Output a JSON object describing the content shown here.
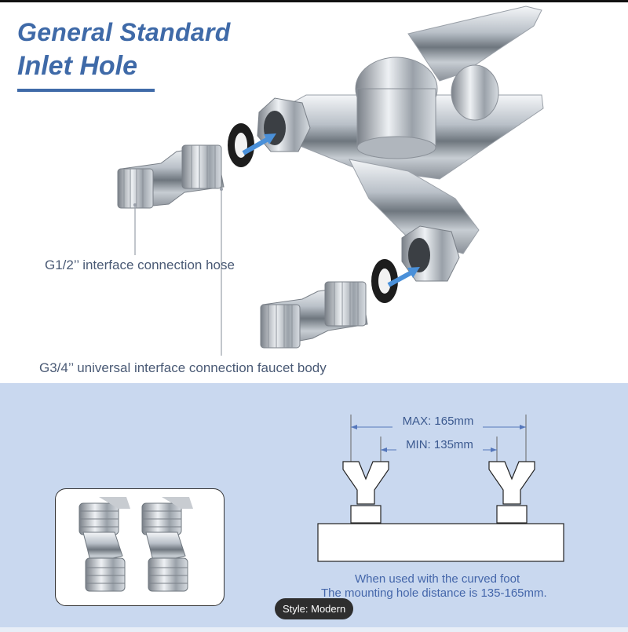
{
  "title": {
    "line1": "General Standard",
    "line2": "Inlet Hole"
  },
  "callouts": {
    "hose": "G1/2’’ interface connection hose",
    "body": "G3/4’’ universal interface connection faucet body"
  },
  "diagram": {
    "max_label": "MAX: 165mm",
    "min_label": "MIN: 135mm"
  },
  "note": {
    "line1": "When used with the curved foot",
    "line2": "The mounting hole distance is 135-165mm."
  },
  "style_tag": "Style: Modern",
  "colors": {
    "accent": "#3f6aa8",
    "panel": "#c9d8ef",
    "arrow": "#4a90d9"
  }
}
